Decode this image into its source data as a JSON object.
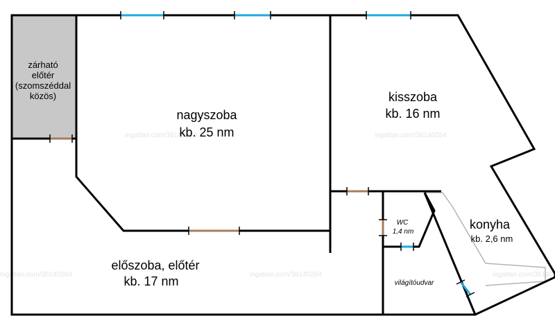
{
  "plan": {
    "watermark": "ingatlan.com/36140264",
    "rooms": {
      "vestibule": {
        "line1": "zárható",
        "line2": "előtér",
        "line3": "(szomszéddal",
        "line4": "közös)"
      },
      "living_room": {
        "name": "nagyszoba",
        "area": "kb. 25 nm"
      },
      "small_room": {
        "name": "kisszoba",
        "area": "kb. 16 nm"
      },
      "hall": {
        "name": "előszoba, előtér",
        "area": "kb. 17 nm"
      },
      "wc": {
        "name": "WC",
        "area": "1,4 nm"
      },
      "kitchen": {
        "name": "konyha",
        "area": "kb. 2,6 nm"
      },
      "light_well": {
        "name": "világítóudvar"
      }
    },
    "colors": {
      "wall": "#000000",
      "window": "#1fa8df",
      "door": "#a87c5c",
      "vestibule_fill": "#c8c8c8",
      "light_well_outline": "#b4b4b4",
      "watermark": "#e4e4e4"
    }
  }
}
